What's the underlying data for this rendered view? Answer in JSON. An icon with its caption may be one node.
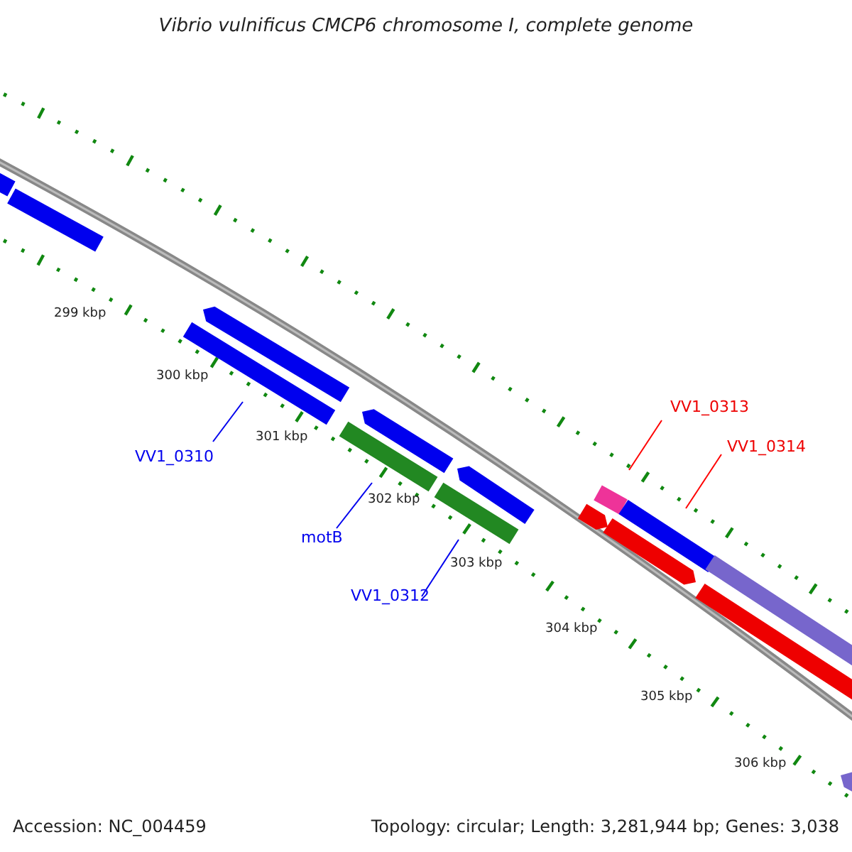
{
  "diagram": {
    "title": "Vibrio vulnificus CMCP6 chromosome I, complete genome",
    "nodes": [
      {
        "text": [
          "VV1_0310"
        ]
      },
      {
        "text": [],
        "shape": "bar"
      },
      {
        "text": [
          "motB"
        ]
      },
      {
        "text": [],
        "shape": "bar"
      },
      {
        "text": [
          "VV1_0312"
        ]
      },
      {
        "text": [],
        "shape": "bar"
      },
      {
        "text": [
          "VV1_0313"
        ]
      },
      {
        "text": [],
        "shape": "bar"
      },
      {
        "text": [
          "VV1_0314"
        ]
      },
      {
        "text": [],
        "shape": "bar"
      },
      {
        "text": [],
        "shape": "bar"
      },
      {
        "text": [],
        "shape": "bar"
      },
      {
        "text": [],
        "shape": "bar"
      },
      {
        "text": [],
        "shape": "bar"
      },
      {
        "text": [],
        "shape": "bar"
      },
      {
        "text": [],
        "shape": "bar"
      },
      {
        "text": [],
        "shape": "bar"
      },
      {
        "text": [],
        "shape": "bar"
      },
      {
        "text": [],
        "shape": "bar"
      },
      {
        "text": [],
        "shape": "bar"
      }
    ],
    "edges": [
      {
        "from": 0,
        "to": 1,
        "arrow": "none"
      },
      {
        "from": 2,
        "to": 3,
        "arrow": "none"
      },
      {
        "from": 4,
        "to": 5,
        "arrow": "none"
      },
      {
        "from": 6,
        "to": 7,
        "arrow": "none",
        "color": "#ff0000"
      },
      {
        "from": 8,
        "to": 9,
        "arrow": "none",
        "color": "#ff0000"
      }
    ],
    "labels": [
      "299 kbp",
      "300 kbp",
      "301 kbp",
      "302 kbp",
      "303 kbp",
      "304 kbp",
      "305 kbp",
      "306 kbp",
      "Accession: NC_004459",
      "Topology: circular; Length: 3,281,944 bp; Genes: 3,038"
    ]
  }
}
